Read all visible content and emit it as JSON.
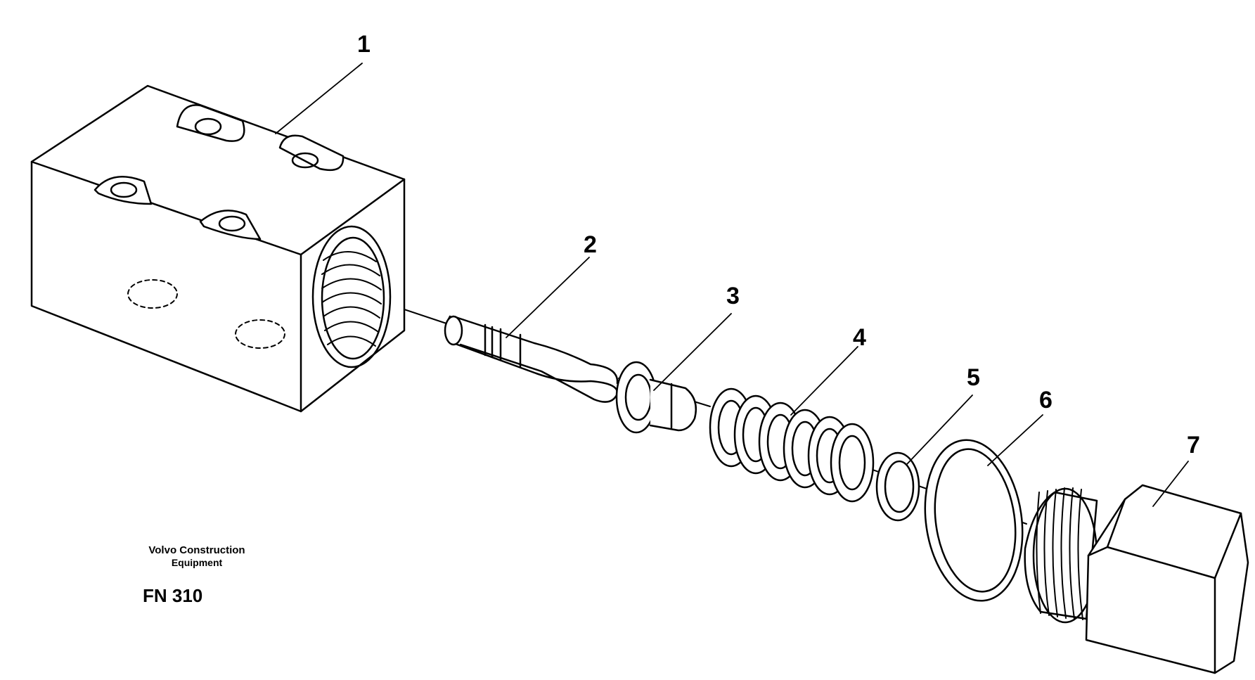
{
  "callouts": [
    "1",
    "2",
    "3",
    "4",
    "5",
    "6",
    "7"
  ],
  "manufacturer": {
    "line1": "Volvo Construction",
    "line2": "Equipment"
  },
  "figure_code": "FN 310"
}
